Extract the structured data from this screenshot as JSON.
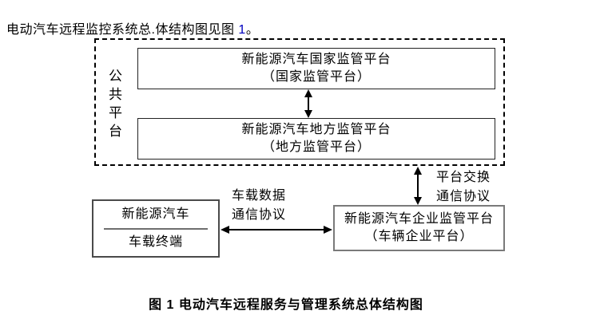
{
  "document": {
    "intro": {
      "text_before": "电动汽车远程监控系统总.体结构图见图 ",
      "figure_ref": "1",
      "text_after": "。"
    },
    "caption": "图 1 电动汽车远程服务与管理系统总体结构图"
  },
  "diagram": {
    "public_platform": {
      "label": "公共平台"
    },
    "national_platform_box": {
      "line1": "新能源汽车国家监管平台",
      "line2": "（国家监管平台）"
    },
    "local_platform_box": {
      "line1": "新能源汽车地方监管平台",
      "line2": "（地方监管平台）"
    },
    "enterprise_platform_box": {
      "line1": "新能源汽车企业监管平台",
      "line2": "（车辆企业平台）"
    },
    "vehicle_box": {
      "line1": "新能源汽车",
      "line2": "车载终端"
    },
    "labels": {
      "vehicle_data_protocol": {
        "line1": "车载数据",
        "line2": "通信协议"
      },
      "platform_exchange_protocol": {
        "line1": "平台交换",
        "line2": "通信协议"
      }
    },
    "colors": {
      "line_color": "#000000",
      "figure_ref_color": "#0000bf",
      "gray_border": "#6e6e6e"
    }
  }
}
